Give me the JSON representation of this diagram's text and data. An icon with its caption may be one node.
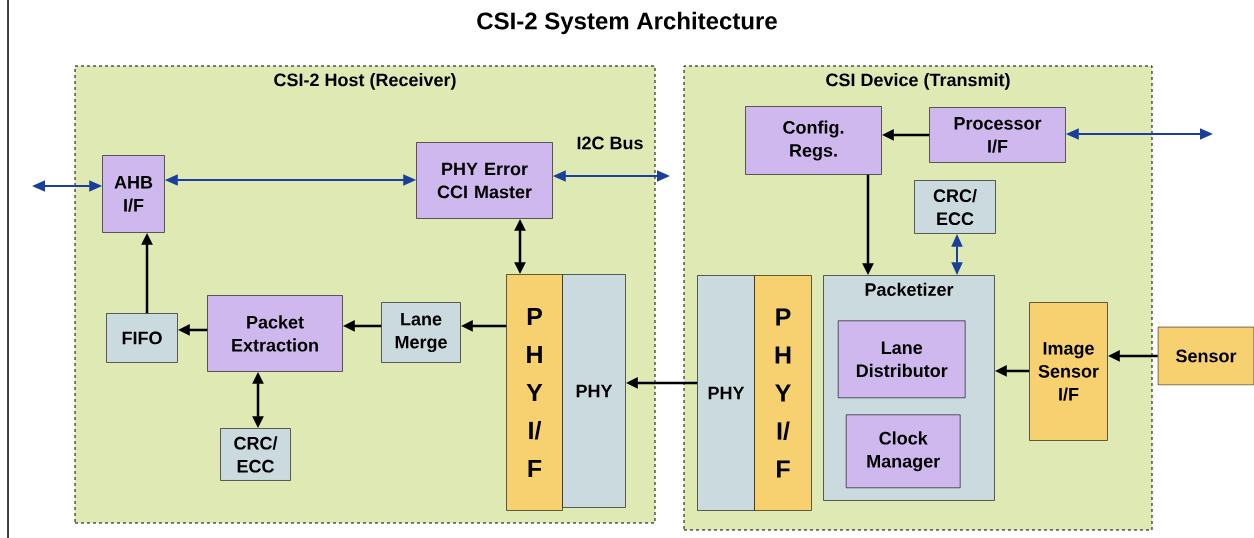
{
  "diagram": {
    "title": "CSI-2 System Architecture",
    "nodes": [
      {
        "text": [
          "CSI-2 Host (Receiver)"
        ]
      },
      {
        "text": [
          "AHB I/F"
        ],
        "in": 0
      },
      {
        "text": [
          "PHY Error CCI Master"
        ],
        "in": 0
      },
      {
        "text": [
          "FIFO"
        ],
        "in": 0
      },
      {
        "text": [
          "Packet Extraction"
        ],
        "in": 0
      },
      {
        "text": [
          "Lane Merge"
        ],
        "in": 0
      },
      {
        "text": [
          "P H Y I/ F"
        ],
        "in": 0
      },
      {
        "text": [
          "PHY"
        ],
        "in": 0
      },
      {
        "text": [
          "CSI Device (Transmit)"
        ]
      },
      {
        "text": [
          "Config. Regs."
        ],
        "in": 8
      },
      {
        "text": [
          "Processor I/F"
        ],
        "in": 8
      },
      {
        "text": [
          "CRC/ ECC"
        ],
        "in": 8
      },
      {
        "text": [
          "Packetizer"
        ],
        "in": 8
      },
      {
        "text": [
          "Lane Distributor"
        ],
        "in": 12
      },
      {
        "text": [
          "Clock Manager"
        ],
        "in": 12
      },
      {
        "text": [
          "PHY"
        ],
        "in": 8
      },
      {
        "text": [
          "P H Y I/ F"
        ],
        "in": 8
      },
      {
        "text": [
          "Image Sensor I/F"
        ],
        "in": 8
      },
      {
        "text": [
          "Sensor"
        ]
      },
      {
        "text": [
          "CRC/ ECC"
        ],
        "in": 0
      }
    ],
    "edges": [
      {
        "from": null,
        "to": 1,
        "arrow": "both",
        "color": "#1a3f9c"
      },
      {
        "from": 1,
        "to": 2,
        "arrow": "both",
        "color": "#1a3f9c"
      },
      {
        "from": 2,
        "to": null,
        "arrow": "both",
        "color": "#1a3f9c",
        "label": "I2C Bus"
      },
      {
        "from": 2,
        "to": 6,
        "arrow": "both"
      },
      {
        "from": 6,
        "to": 5,
        "arrow": "to"
      },
      {
        "from": 5,
        "to": 4,
        "arrow": "to"
      },
      {
        "from": 4,
        "to": 3,
        "arrow": "to"
      },
      {
        "from": 3,
        "to": 1,
        "arrow": "to"
      },
      {
        "from": 4,
        "to": 19,
        "arrow": "both"
      },
      {
        "from": 15,
        "to": 7,
        "arrow": "to"
      },
      {
        "from": 10,
        "to": 9,
        "arrow": "to"
      },
      {
        "from": 9,
        "to": 12,
        "arrow": "to"
      },
      {
        "from": 11,
        "to": 12,
        "arrow": "both",
        "color": "#1a3f9c"
      },
      {
        "from": 17,
        "to": 12,
        "arrow": "to"
      },
      {
        "from": 18,
        "to": 17,
        "arrow": "to"
      },
      {
        "from": 10,
        "to": null,
        "arrow": "both",
        "color": "#1a3f9c"
      }
    ]
  }
}
